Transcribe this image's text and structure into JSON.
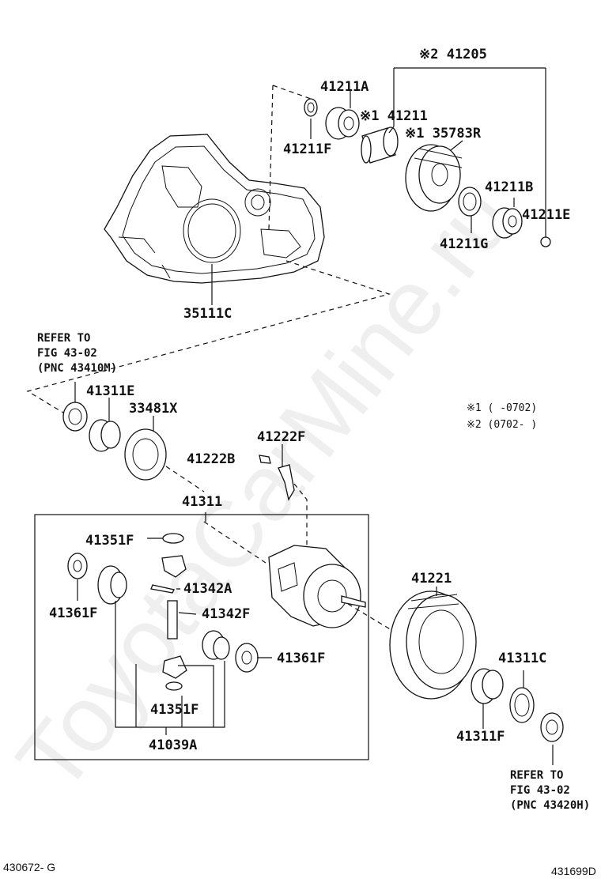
{
  "watermark": "ToyotaCarMine.ru",
  "callouts": {
    "set_41205": "※2 41205",
    "p41211A": "41211A",
    "p41211": "※1 41211",
    "p41211F": "41211F",
    "p35783R": "※1 35783R",
    "p41211B": "41211B",
    "p41211E": "41211E",
    "p41211G": "41211G",
    "p35111C": "35111C",
    "p41311E": "41311E",
    "p33481X": "33481X",
    "p41222F": "41222F",
    "p41222B": "41222B",
    "p41311": "41311",
    "p41351F_top": "41351F",
    "p41361F_left": "41361F",
    "p41342A": "41342A",
    "p41342F": "41342F",
    "p41361F_right": "41361F",
    "p41351F_bottom": "41351F",
    "p41039A": "41039A",
    "p41221": "41221",
    "p41311C": "41311C",
    "p41311F": "41311F"
  },
  "refer_top": {
    "line1": "REFER TO",
    "line2": "FIG 43-02",
    "line3": "(PNC 43410M)"
  },
  "refer_bottom": {
    "line1": "REFER TO",
    "line2": "FIG 43-02",
    "line3": "(PNC 43420H)"
  },
  "notes": {
    "note1": "※1 (     -0702)",
    "note2": "※2 (0702-      )"
  },
  "codes": {
    "left": "430672- G",
    "right": "431699D"
  }
}
